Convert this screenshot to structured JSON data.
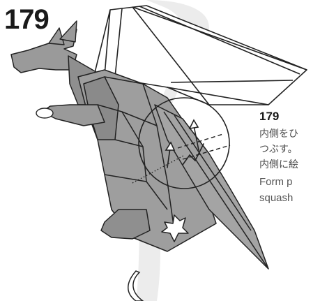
{
  "step": {
    "number": "179"
  },
  "caption": {
    "number": "179",
    "japanese_lines": [
      "内側をひ",
      "つぶす。",
      "内側に絵"
    ],
    "english_lines": [
      "Form p",
      "squash"
    ]
  },
  "colors": {
    "paper_gray": "#9a9a9a",
    "paper_white": "#ffffff",
    "line": "#222222",
    "background_swoosh": "#ececec"
  }
}
